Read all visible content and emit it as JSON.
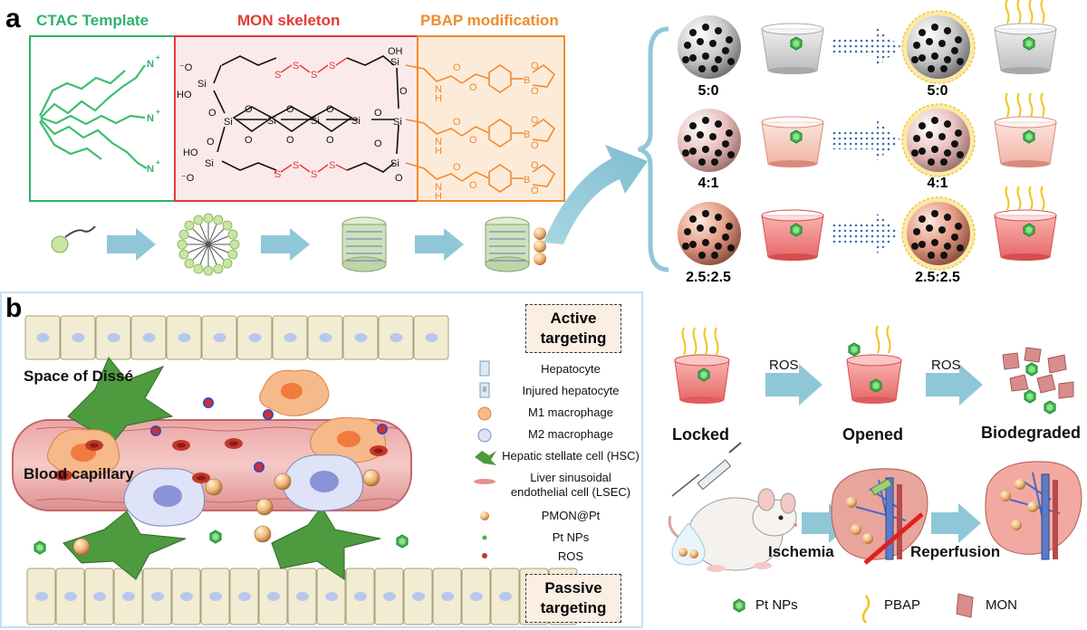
{
  "panel_a": {
    "letter": "a",
    "headers": {
      "template": "CTAC Template",
      "skeleton": "MON skeleton",
      "modification": "PBAP modification"
    },
    "colors": {
      "template": "#2db36b",
      "skeleton": "#e53935",
      "modification": "#f08a2e",
      "arrow": "#8fc7d8"
    },
    "ratios_left": [
      "5:0",
      "4:1",
      "2.5:2.5"
    ],
    "ratios_right": [
      "5:0",
      "4:1",
      "2.5:2.5"
    ]
  },
  "panel_b": {
    "letter": "b",
    "space_label": "Space of Dissé",
    "capillary_label": "Blood capillary",
    "active_targeting": "Active targeting",
    "passive_targeting": "Passive targeting",
    "legend": [
      {
        "icon": "hepatocyte-icon",
        "label": "Hepatocyte"
      },
      {
        "icon": "injured-hepatocyte-icon",
        "label": "Injured hepatocyte"
      },
      {
        "icon": "m1-macrophage-icon",
        "label": "M1 macrophage"
      },
      {
        "icon": "m2-macrophage-icon",
        "label": "M2 macrophage"
      },
      {
        "icon": "hsc-icon",
        "label": "Hepatic stellate cell (HSC)"
      },
      {
        "icon": "lsec-icon",
        "label": "Liver sinusoidal endothelial cell (LSEC)"
      },
      {
        "icon": "pmon-icon",
        "label": "PMON@Pt"
      },
      {
        "icon": "pt-np-icon",
        "label": "Pt NPs"
      },
      {
        "icon": "ros-icon",
        "label": "ROS"
      }
    ]
  },
  "mechanism": {
    "ros_1": "ROS",
    "ros_2": "ROS",
    "states": [
      "Locked",
      "Opened",
      "Biodegraded"
    ]
  },
  "model": {
    "ischemia": "Ischemia",
    "reperfusion": "Reperfusion"
  },
  "bottom_legend": [
    {
      "icon": "pt-np-icon",
      "label": "Pt NPs"
    },
    {
      "icon": "pbap-icon",
      "label": "PBAP"
    },
    {
      "icon": "mon-icon",
      "label": "MON"
    }
  ]
}
